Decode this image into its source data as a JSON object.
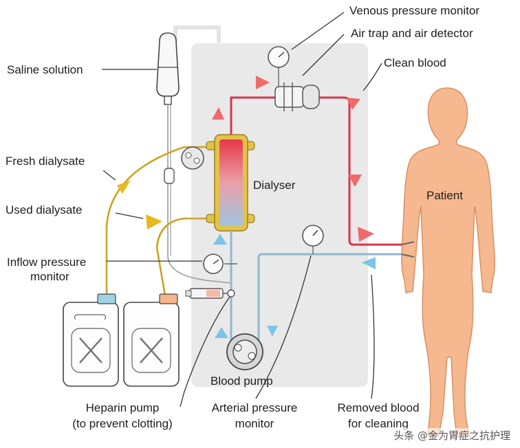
{
  "labels": {
    "venous_pressure_monitor": "Venous pressure monitor",
    "air_trap": "Air trap and air detector",
    "clean_blood": "Clean blood",
    "saline": "Saline solution",
    "fresh_dialysate": "Fresh dialysate",
    "used_dialysate": "Used dialysate",
    "dialyser": "Dialyser",
    "patient": "Patient",
    "inflow_pressure_line1": "Inflow pressure",
    "inflow_pressure_line2": "monitor",
    "blood_pump": "Blood pump",
    "heparin_line1": "Heparin pump",
    "heparin_line2": "(to prevent clotting)",
    "arterial_line1": "Arterial pressure",
    "arterial_line2": "monitor",
    "removed_line1": "Removed blood",
    "removed_line2": "for cleaning"
  },
  "watermark": "头条 @金为胃症之抗护理",
  "colors": {
    "machine_panel": "#e9e9ea",
    "arterial_blood": "#d8344a",
    "venous_blood": "#8fb7cf",
    "dialysate_line": "#e3c24a",
    "body_skin": "#f6b88e",
    "body_outline": "#d98f63",
    "arrow_red": "#ef6a6a",
    "arrow_blue": "#7cc5e6",
    "arrow_yellow": "#e8b81e"
  }
}
